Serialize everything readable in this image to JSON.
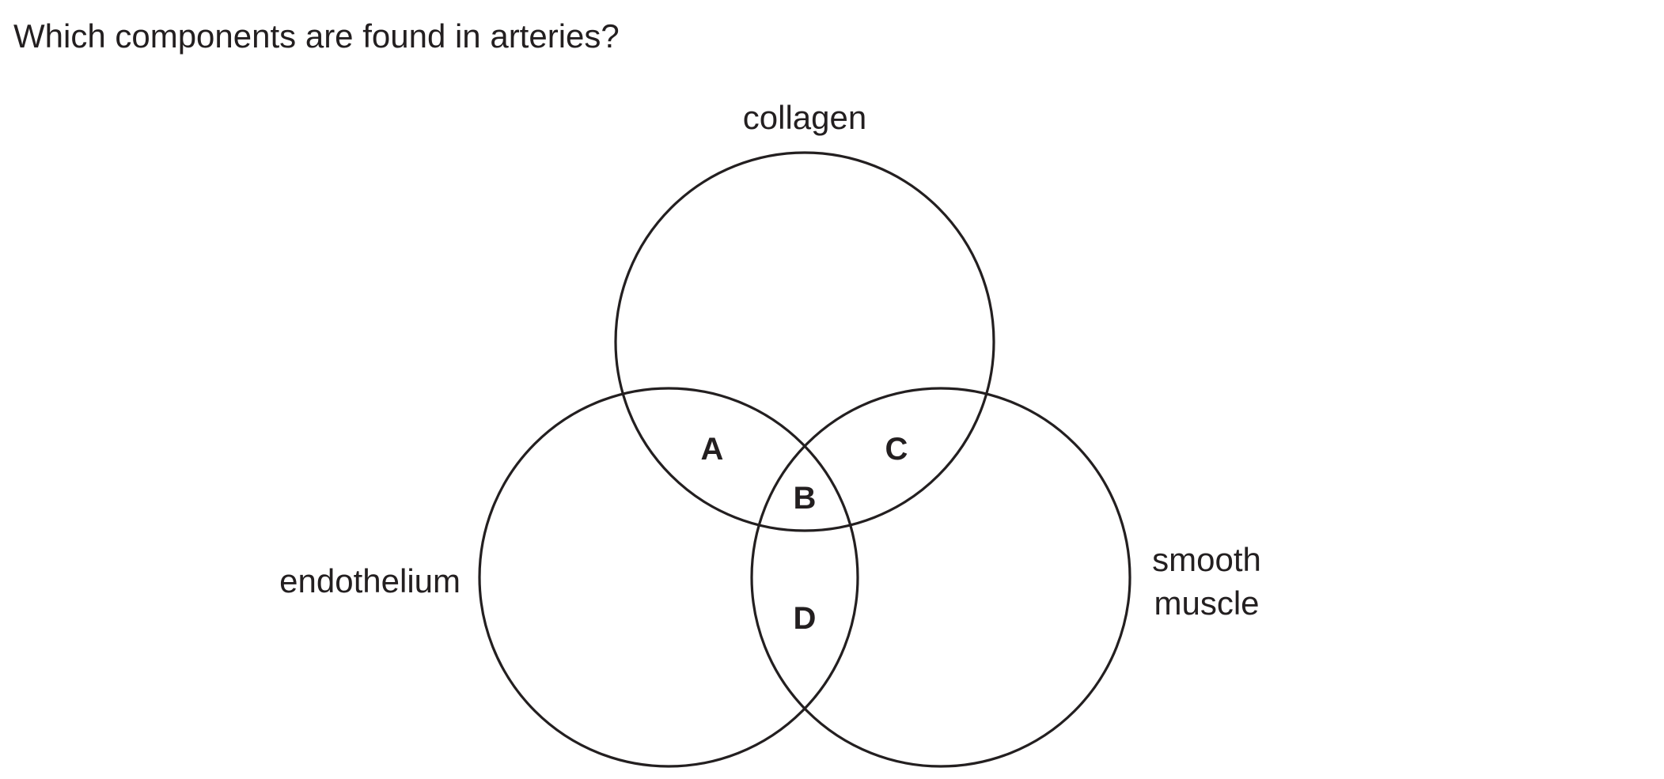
{
  "question": "Which components are found in arteries?",
  "sets": {
    "top": "collagen",
    "left": "endothelium",
    "right_line1": "smooth",
    "right_line2": "muscle"
  },
  "regions": {
    "a": "A",
    "b": "B",
    "c": "C",
    "d": "D"
  }
}
